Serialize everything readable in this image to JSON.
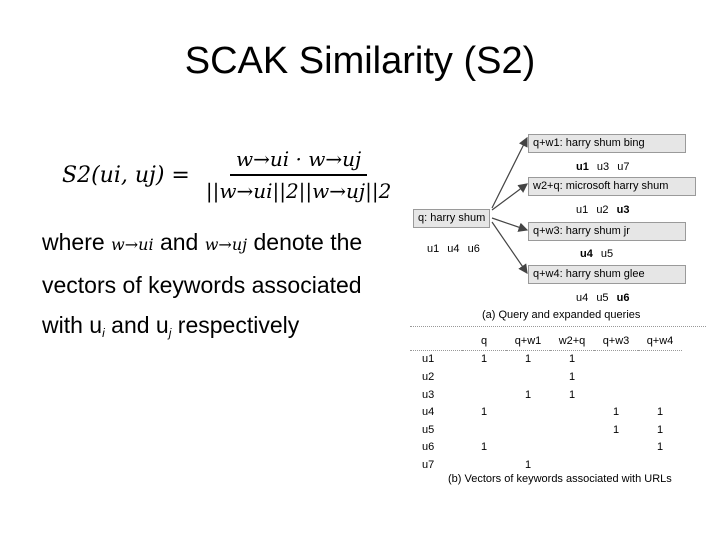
{
  "title": "SCAK Similarity (S2)",
  "formula": {
    "lhs": "S2(ui, uj) =",
    "numerator": "w→ui · w→uj",
    "denominator": "||w→ui||2||w→uj||2"
  },
  "body": {
    "line1_prefix": "where",
    "line1_wui": "w→ui",
    "line1_and": "and",
    "line1_wuj": "w→uj",
    "line1_suffix": "denote the",
    "line2": "vectors of keywords associated",
    "line3_prefix": "with u",
    "line3_i": "i",
    "line3_and": " and u",
    "line3_j": "j",
    "line3_suffix": " respectively"
  },
  "figure": {
    "root_query": "q: harry shum",
    "root_urls": "u1  u4  u6",
    "expanded": [
      {
        "label": "q+w1: harry shum bing",
        "urls": [
          "u1",
          "u3",
          "u7"
        ],
        "bold": [
          true,
          false,
          false
        ]
      },
      {
        "label": "w2+q: microsoft harry shum",
        "urls": [
          "u1",
          "u2",
          "u3"
        ],
        "bold": [
          false,
          false,
          true
        ]
      },
      {
        "label": "q+w3: harry shum jr",
        "urls": [
          "u4",
          "u5"
        ],
        "bold": [
          true,
          false
        ]
      },
      {
        "label": "q+w4: harry shum glee",
        "urls": [
          "u4",
          "u5",
          "u6"
        ],
        "bold": [
          false,
          false,
          true
        ]
      }
    ],
    "caption_a": "(a) Query and expanded queries",
    "caption_b": "(b) Vectors of keywords associated with URLs",
    "table": {
      "columns": [
        "q",
        "q+w1",
        "w2+q",
        "q+w3",
        "q+w4"
      ],
      "rows": [
        {
          "label": "u1",
          "cells": [
            "1",
            "1",
            "1",
            "",
            ""
          ]
        },
        {
          "label": "u2",
          "cells": [
            "",
            "",
            "1",
            "",
            ""
          ]
        },
        {
          "label": "u3",
          "cells": [
            "",
            "1",
            "1",
            "",
            ""
          ]
        },
        {
          "label": "u4",
          "cells": [
            "1",
            "",
            "",
            "1",
            "1"
          ]
        },
        {
          "label": "u5",
          "cells": [
            "",
            "",
            "",
            "1",
            "1"
          ]
        },
        {
          "label": "u6",
          "cells": [
            "1",
            "",
            "",
            "",
            "1"
          ]
        },
        {
          "label": "u7",
          "cells": [
            "",
            "1",
            "",
            "",
            ""
          ]
        }
      ]
    }
  }
}
